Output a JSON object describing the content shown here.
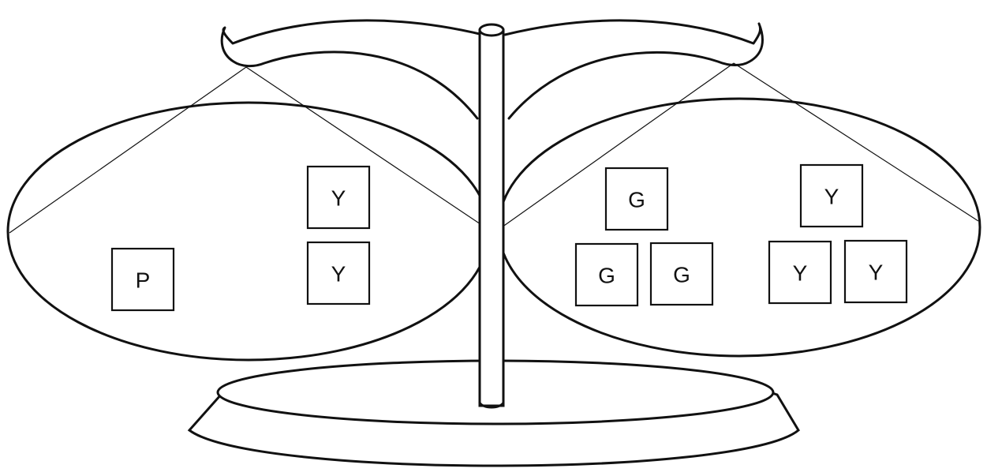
{
  "diagram": {
    "left_pan": {
      "blocks": [
        {
          "label": "P"
        },
        {
          "label": "Y"
        },
        {
          "label": "Y"
        }
      ]
    },
    "right_pan": {
      "blocks": [
        {
          "label": "G"
        },
        {
          "label": "G"
        },
        {
          "label": "G"
        },
        {
          "label": "Y"
        },
        {
          "label": "Y"
        },
        {
          "label": "Y"
        }
      ]
    },
    "colors": {
      "stroke": "#111111",
      "background": "#ffffff"
    }
  }
}
